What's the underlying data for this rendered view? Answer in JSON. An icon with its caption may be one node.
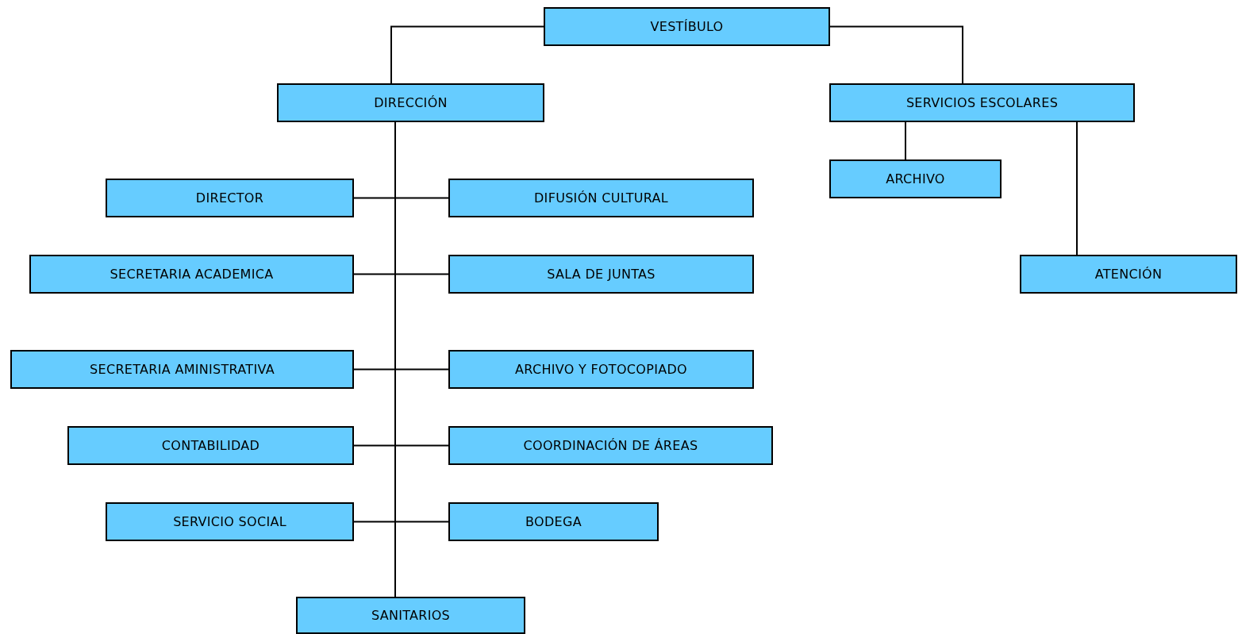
{
  "diagram": {
    "nodes": [
      {
        "text": [
          "VESTÍBULO"
        ]
      },
      {
        "text": [
          "DIRECCIÓN"
        ]
      },
      {
        "text": [
          "SERVICIOS ESCOLARES"
        ]
      },
      {
        "text": [
          "ARCHIVO"
        ]
      },
      {
        "text": [
          "DIRECTOR"
        ]
      },
      {
        "text": [
          "DIFUSIÓN CULTURAL"
        ]
      },
      {
        "text": [
          "SECRETARIA ACADEMICA"
        ]
      },
      {
        "text": [
          "SALA DE JUNTAS"
        ]
      },
      {
        "text": [
          "ATENCIÓN"
        ]
      },
      {
        "text": [
          "SECRETARIA AMINISTRATIVA"
        ]
      },
      {
        "text": [
          "ARCHIVO Y FOTOCOPIADO"
        ]
      },
      {
        "text": [
          "CONTABILIDAD"
        ]
      },
      {
        "text": [
          "COORDINACIÓN DE ÁREAS"
        ]
      },
      {
        "text": [
          "SERVICIO SOCIAL"
        ]
      },
      {
        "text": [
          "BODEGA"
        ]
      },
      {
        "text": [
          "SANITARIOS"
        ]
      }
    ],
    "edges": [
      {
        "from": 0,
        "to": 1,
        "arrow": "none"
      },
      {
        "from": 0,
        "to": 2,
        "arrow": "none"
      },
      {
        "from": 2,
        "to": 3,
        "arrow": "none"
      },
      {
        "from": 2,
        "to": 8,
        "arrow": "none"
      },
      {
        "from": 1,
        "to": 4,
        "arrow": "none"
      },
      {
        "from": 1,
        "to": 5,
        "arrow": "none"
      },
      {
        "from": 1,
        "to": 6,
        "arrow": "none"
      },
      {
        "from": 1,
        "to": 7,
        "arrow": "none"
      },
      {
        "from": 1,
        "to": 9,
        "arrow": "none"
      },
      {
        "from": 1,
        "to": 10,
        "arrow": "none"
      },
      {
        "from": 1,
        "to": 11,
        "arrow": "none"
      },
      {
        "from": 1,
        "to": 12,
        "arrow": "none"
      },
      {
        "from": 1,
        "to": 13,
        "arrow": "none"
      },
      {
        "from": 1,
        "to": 14,
        "arrow": "none"
      },
      {
        "from": 1,
        "to": 15,
        "arrow": "none"
      }
    ]
  }
}
